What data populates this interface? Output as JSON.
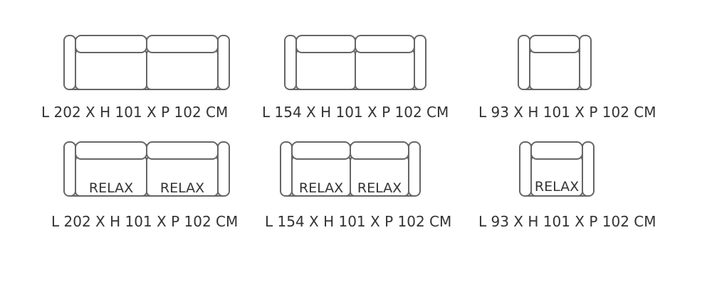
{
  "colors": {
    "outline": "#666666",
    "text": "#333333",
    "background": "#ffffff"
  },
  "models": [
    {
      "dimensions": "L 202 X H 101 X P 102 CM",
      "seats": [
        {
          "label": ""
        },
        {
          "label": ""
        }
      ]
    },
    {
      "dimensions": "L 154 X H 101 X P 102 CM",
      "seats": [
        {
          "label": ""
        },
        {
          "label": ""
        }
      ]
    },
    {
      "dimensions": "L 93 X H 101 X P 102 CM",
      "seats": [
        {
          "label": ""
        }
      ]
    },
    {
      "dimensions": "L 202 X H 101 X P 102 CM",
      "seats": [
        {
          "label": "RELAX"
        },
        {
          "label": "RELAX"
        }
      ]
    },
    {
      "dimensions": "L 154 X H 101 X P 102 CM",
      "seats": [
        {
          "label": "RELAX"
        },
        {
          "label": "RELAX"
        }
      ]
    },
    {
      "dimensions": "L 93 X H 101 X P 102 CM",
      "seats": [
        {
          "label": "RELAX"
        }
      ]
    }
  ]
}
